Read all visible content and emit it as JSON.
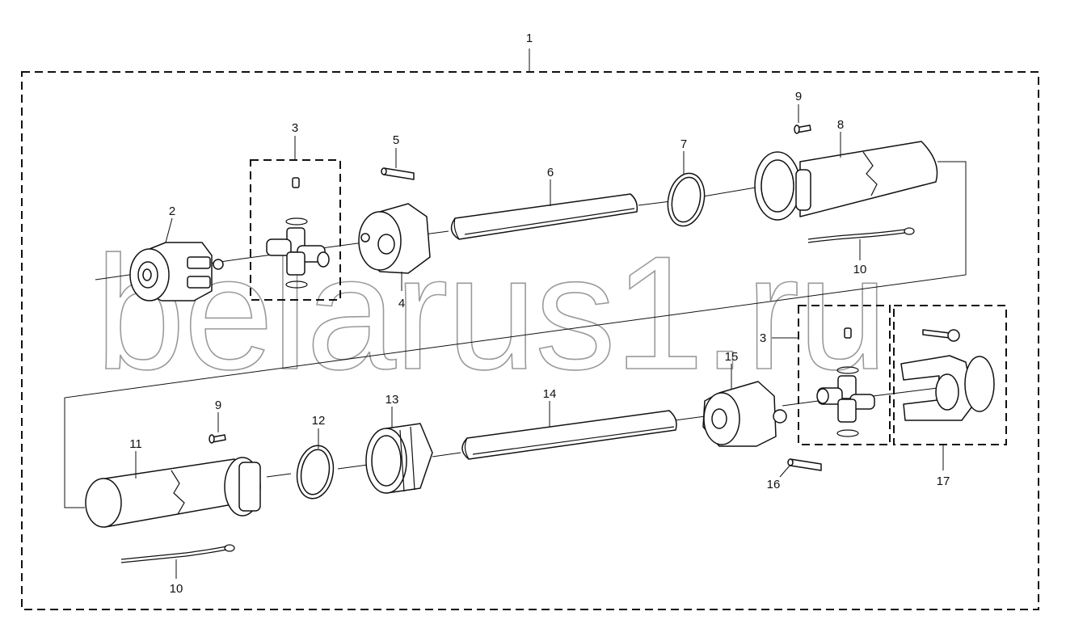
{
  "watermark": "belarus1.ru",
  "callouts": {
    "c1": "1",
    "c2": "2",
    "c3a": "3",
    "c3b": "3",
    "c4": "4",
    "c5": "5",
    "c6": "6",
    "c7": "7",
    "c8": "8",
    "c9a": "9",
    "c9b": "9",
    "c10a": "10",
    "c10b": "10",
    "c11": "11",
    "c12": "12",
    "c13": "13",
    "c14": "14",
    "c15": "15",
    "c16": "16",
    "c17": "17"
  }
}
